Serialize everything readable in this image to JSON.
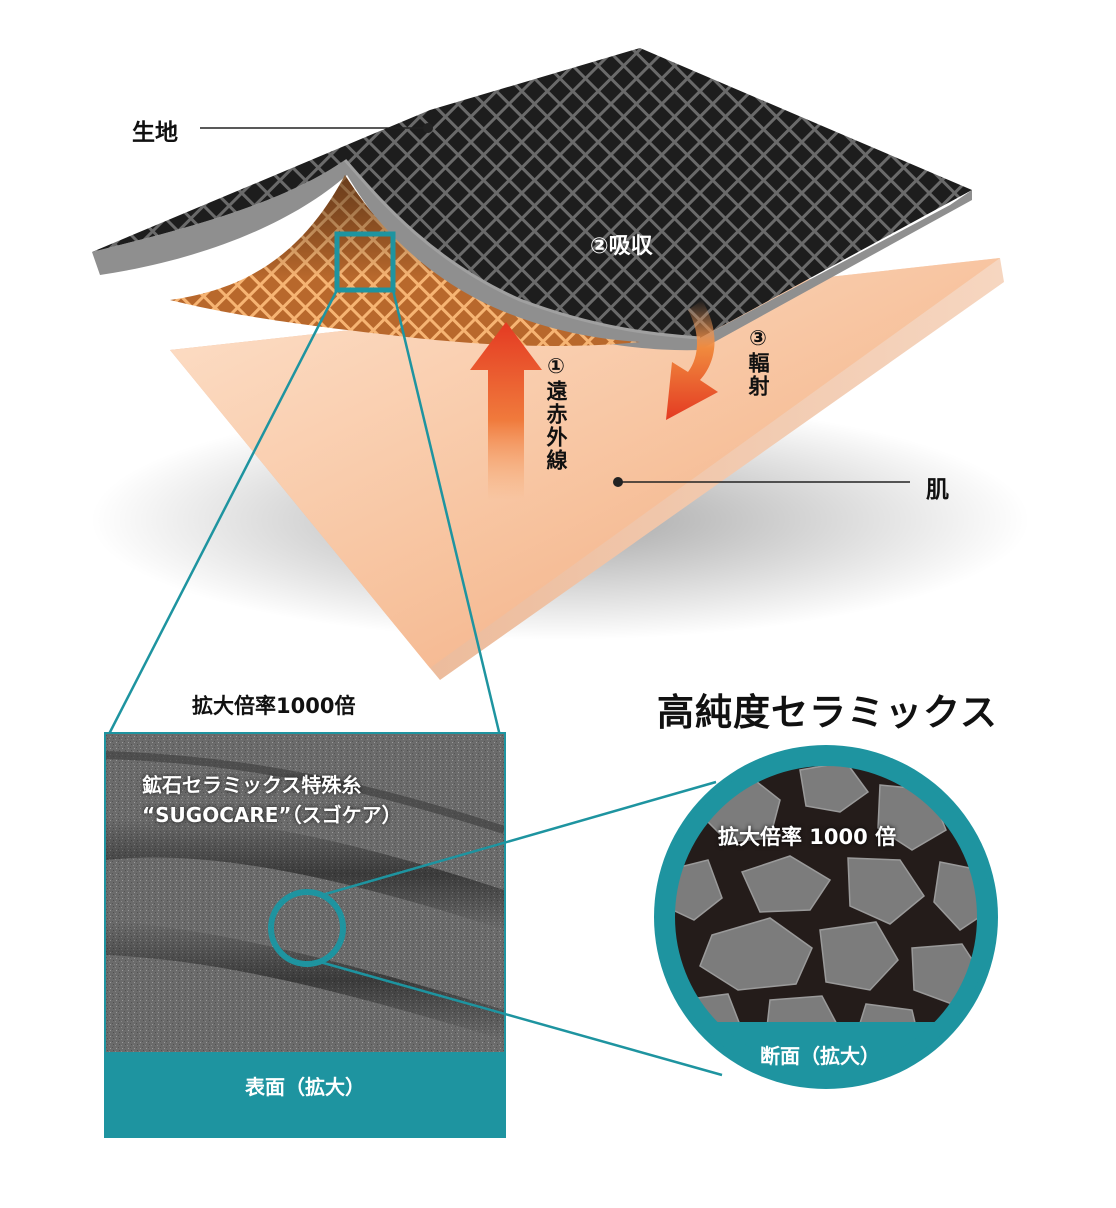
{
  "labels": {
    "fabric": "生地",
    "skin": "肌",
    "absorb": "②吸収",
    "far_infrared": "①遠赤外線",
    "radiate": "③輻射",
    "magnification_top": "拡大倍率1000倍",
    "high_purity_ceramics": "高純度セラミックス"
  },
  "micrograph": {
    "caption_line1": "鉱石セラミックス特殊糸",
    "caption_line2": "“SUGOCARE”（スゴケア）",
    "surface_label": "表面（拡大）"
  },
  "cross_section": {
    "magnification": "拡大倍率 1000 倍",
    "label": "断面（拡大）"
  },
  "colors": {
    "accent_teal": "#1e94a0",
    "fabric_dark": "#232323",
    "skin_peach": "#f4b890",
    "arrow_up": "#e8472a",
    "arrow_down": "#e8472a"
  },
  "icons": {
    "fabric_leader": "leader-line-dot",
    "skin_leader": "leader-line-dot",
    "far_ir_arrow": "arrow-up-icon",
    "radiate_arrow": "curved-arrow-down-icon"
  }
}
